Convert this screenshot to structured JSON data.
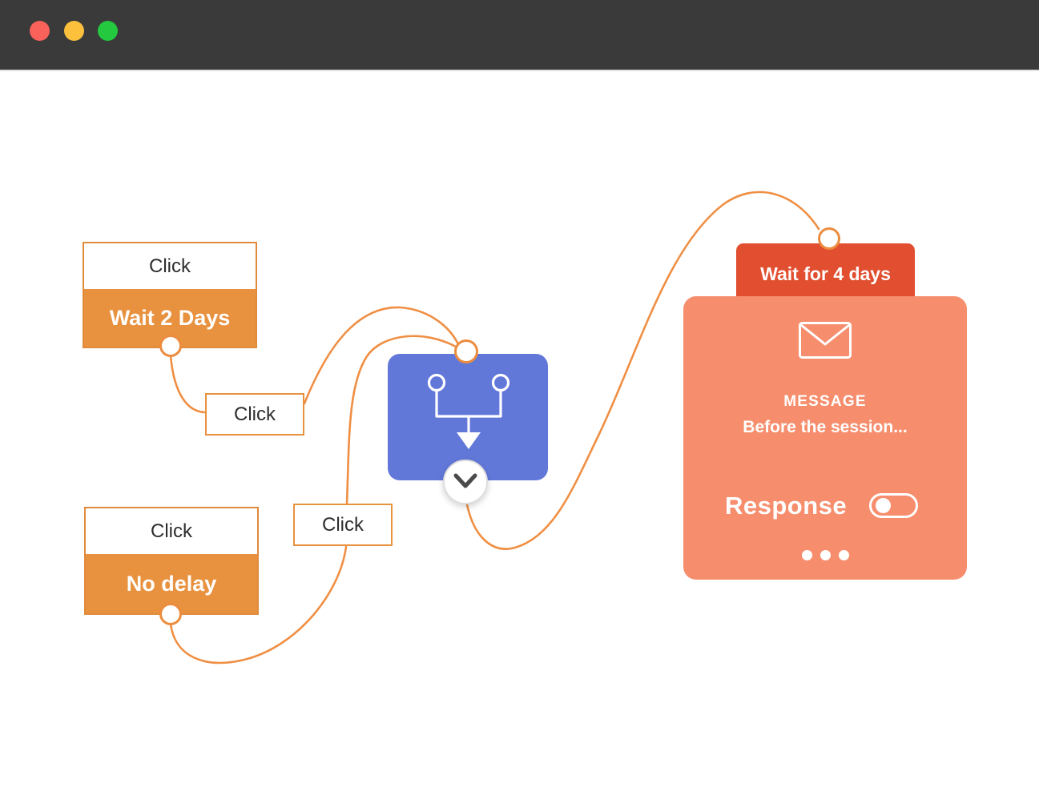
{
  "window": {
    "titlebar": {
      "buttons": [
        {
          "name": "close-button",
          "color": "#f9615b"
        },
        {
          "name": "minimize-button",
          "color": "#fcc03c"
        },
        {
          "name": "zoom-button",
          "color": "#24c93f"
        }
      ]
    }
  },
  "flow": {
    "trigger_top": {
      "top_label": "Click",
      "bottom_label": "Wait 2 Days"
    },
    "trigger_bottom": {
      "top_label": "Click",
      "bottom_label": "No delay"
    },
    "event_label_1": {
      "label": "Click"
    },
    "event_label_2": {
      "label": "Click"
    },
    "branch_node": {
      "icon": "split-branch-icon",
      "expand_icon": "chevron-down-icon"
    },
    "wait_node": {
      "label": "Wait for 4 days"
    },
    "message_card": {
      "icon": "envelope-icon",
      "title": "MESSAGE",
      "subtitle": "Before the session...",
      "response_label": "Response",
      "toggle_state": "off",
      "menu_icon": "ellipsis-dots-icon"
    }
  },
  "colors": {
    "titlebar_bg": "#3a3a3a",
    "node_orange": "#e8923f",
    "node_orange_border": "#e08a3c",
    "connector_line": "#ef8f44",
    "branch_blue": "#6278d9",
    "wait_red": "#e14f30",
    "card_salmon": "#f68e6d",
    "text_dark": "#2d2d2d",
    "text_white": "#ffffff"
  }
}
